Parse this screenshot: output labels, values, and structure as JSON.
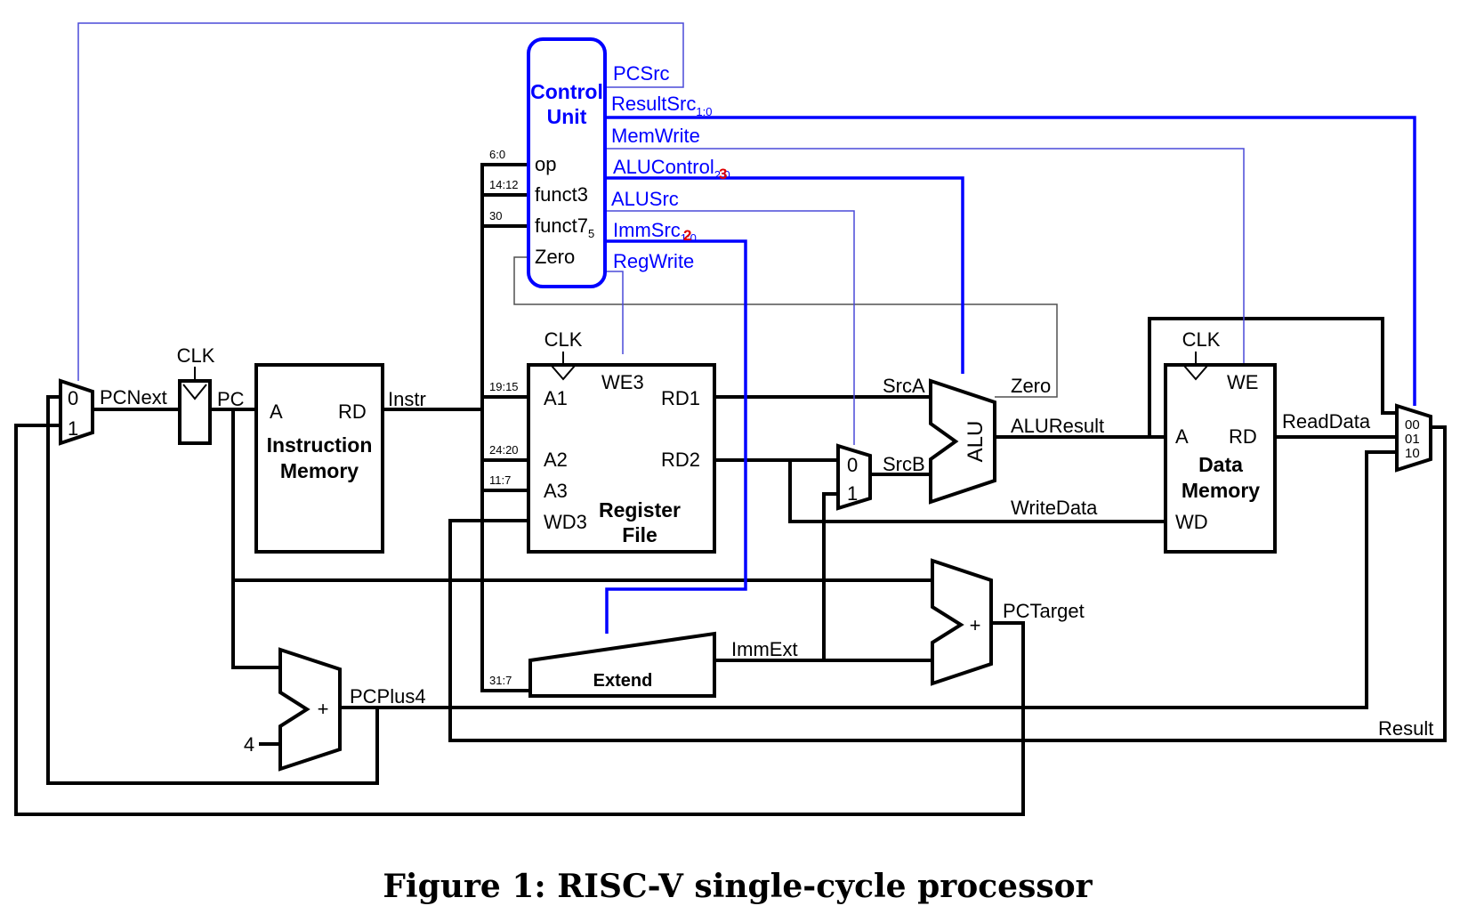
{
  "caption": "Figure 1: RISC-V single-cycle processor",
  "control_unit": {
    "title_line1": "Control",
    "title_line2": "Unit",
    "inputs": {
      "op": "op",
      "funct3": "funct3",
      "funct7": "funct7",
      "funct7_sub": "5",
      "zero": "Zero"
    },
    "outputs": {
      "pcsrc": "PCSrc",
      "resultsrc": "ResultSrc",
      "resultsrc_sub": "1:0",
      "memwrite": "MemWrite",
      "alucontrol": "ALUControl",
      "alucontrol_sub": "2:0",
      "alucontrol_mark": "3",
      "alusrc": "ALUSrc",
      "immsrc": "ImmSrc",
      "immsrc_sub": "1:0",
      "immsrc_mark": "2",
      "regwrite": "RegWrite"
    }
  },
  "bit_fields": {
    "op": "6:0",
    "funct3": "14:12",
    "funct7": "30",
    "a1": "19:15",
    "a2": "24:20",
    "a3": "11:7",
    "imm": "31:7"
  },
  "pc_mux": {
    "in0": "0",
    "in1": "1"
  },
  "src_mux": {
    "in0": "0",
    "in1": "1"
  },
  "result_mux": {
    "in00": "00",
    "in01": "01",
    "in10": "10"
  },
  "clk": "CLK",
  "instruction_memory": {
    "port_a": "A",
    "port_rd": "RD",
    "name_line1": "Instruction",
    "name_line2": "Memory"
  },
  "register_file": {
    "a1": "A1",
    "a2": "A2",
    "a3": "A3",
    "wd3": "WD3",
    "we3": "WE3",
    "rd1": "RD1",
    "rd2": "RD2",
    "name_line1": "Register",
    "name_line2": "File"
  },
  "alu": {
    "name": "ALU"
  },
  "data_memory": {
    "port_a": "A",
    "port_rd": "RD",
    "port_wd": "WD",
    "we": "WE",
    "name_line1": "Data",
    "name_line2": "Memory"
  },
  "extend": {
    "name": "Extend"
  },
  "adder_plus": "+",
  "constant_four": "4",
  "signals": {
    "pcnext": "PCNext",
    "pc": "PC",
    "instr": "Instr",
    "srca": "SrcA",
    "srcb": "SrcB",
    "zero": "Zero",
    "aluresult": "ALUResult",
    "writedata": "WriteData",
    "readdata": "ReadData",
    "immext": "ImmExt",
    "pctarget": "PCTarget",
    "pcplus4": "PCPlus4",
    "result": "Result"
  }
}
